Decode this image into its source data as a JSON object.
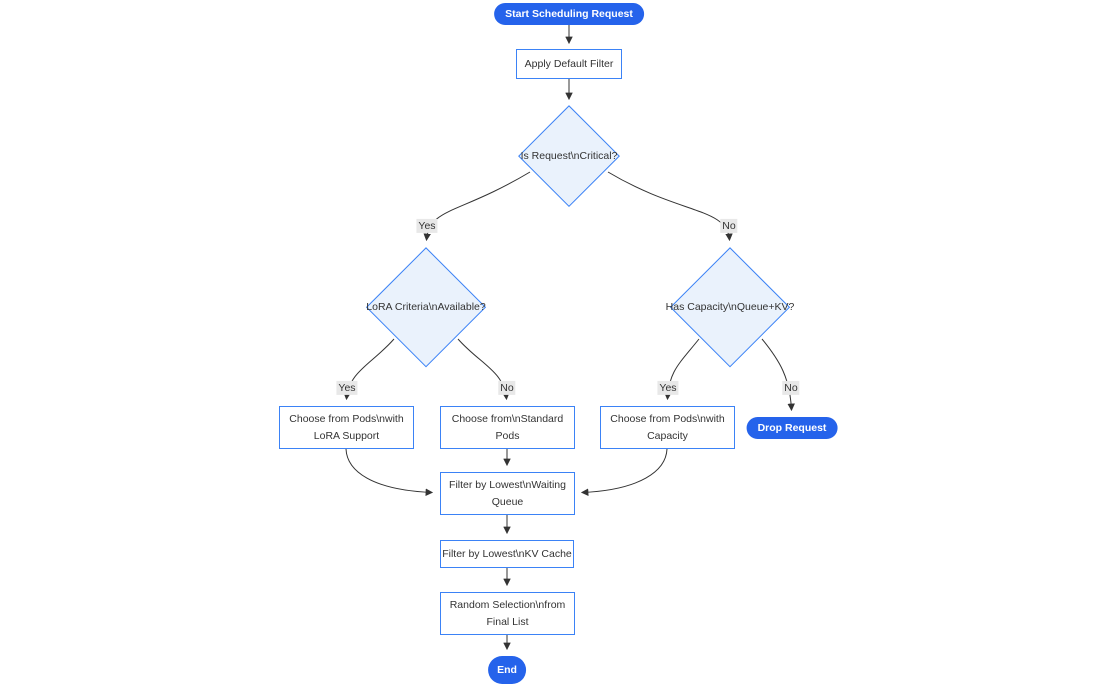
{
  "colors": {
    "accent": "#2563eb",
    "node-border": "#3b82f6",
    "decision-fill": "#eaf2fc",
    "rect-fill": "#ffffff",
    "edge": "#333333",
    "edge-label-bg": "#e8e8e8",
    "node-text": "#333333"
  },
  "diagram": {
    "type": "flowchart-top-down",
    "nodes": {
      "start": {
        "shape": "stadium",
        "lines": [
          "Start Scheduling Request"
        ]
      },
      "apply_filter": {
        "shape": "rect",
        "lines": [
          "Apply Default Filter"
        ]
      },
      "is_critical": {
        "shape": "diamond",
        "lines": [
          "Is Request\\nCritical?"
        ]
      },
      "lora_criteria": {
        "shape": "diamond",
        "lines": [
          "LoRA Criteria\\nAvailable?"
        ]
      },
      "has_capacity": {
        "shape": "diamond",
        "lines": [
          "Has Capacity\\nQueue+KV?"
        ]
      },
      "choose_lora": {
        "shape": "rect",
        "lines": [
          "Choose from Pods\\nwith",
          "LoRA Support"
        ]
      },
      "choose_standard": {
        "shape": "rect",
        "lines": [
          "Choose from\\nStandard",
          "Pods"
        ]
      },
      "choose_capacity": {
        "shape": "rect",
        "lines": [
          "Choose from Pods\\nwith",
          "Capacity"
        ]
      },
      "drop_request": {
        "shape": "stadium",
        "lines": [
          "Drop Request"
        ]
      },
      "filter_waiting": {
        "shape": "rect",
        "lines": [
          "Filter by Lowest\\nWaiting",
          "Queue"
        ]
      },
      "filter_kv": {
        "shape": "rect",
        "lines": [
          "Filter by Lowest\\nKV Cache"
        ]
      },
      "random_selection": {
        "shape": "rect",
        "lines": [
          "Random Selection\\nfrom",
          "Final List"
        ]
      },
      "end": {
        "shape": "stadium",
        "lines": [
          "End"
        ]
      }
    },
    "edge_labels": {
      "critical_yes": "Yes",
      "critical_no": "No",
      "lora_yes": "Yes",
      "lora_no": "No",
      "capacity_yes": "Yes",
      "capacity_no": "No"
    }
  }
}
